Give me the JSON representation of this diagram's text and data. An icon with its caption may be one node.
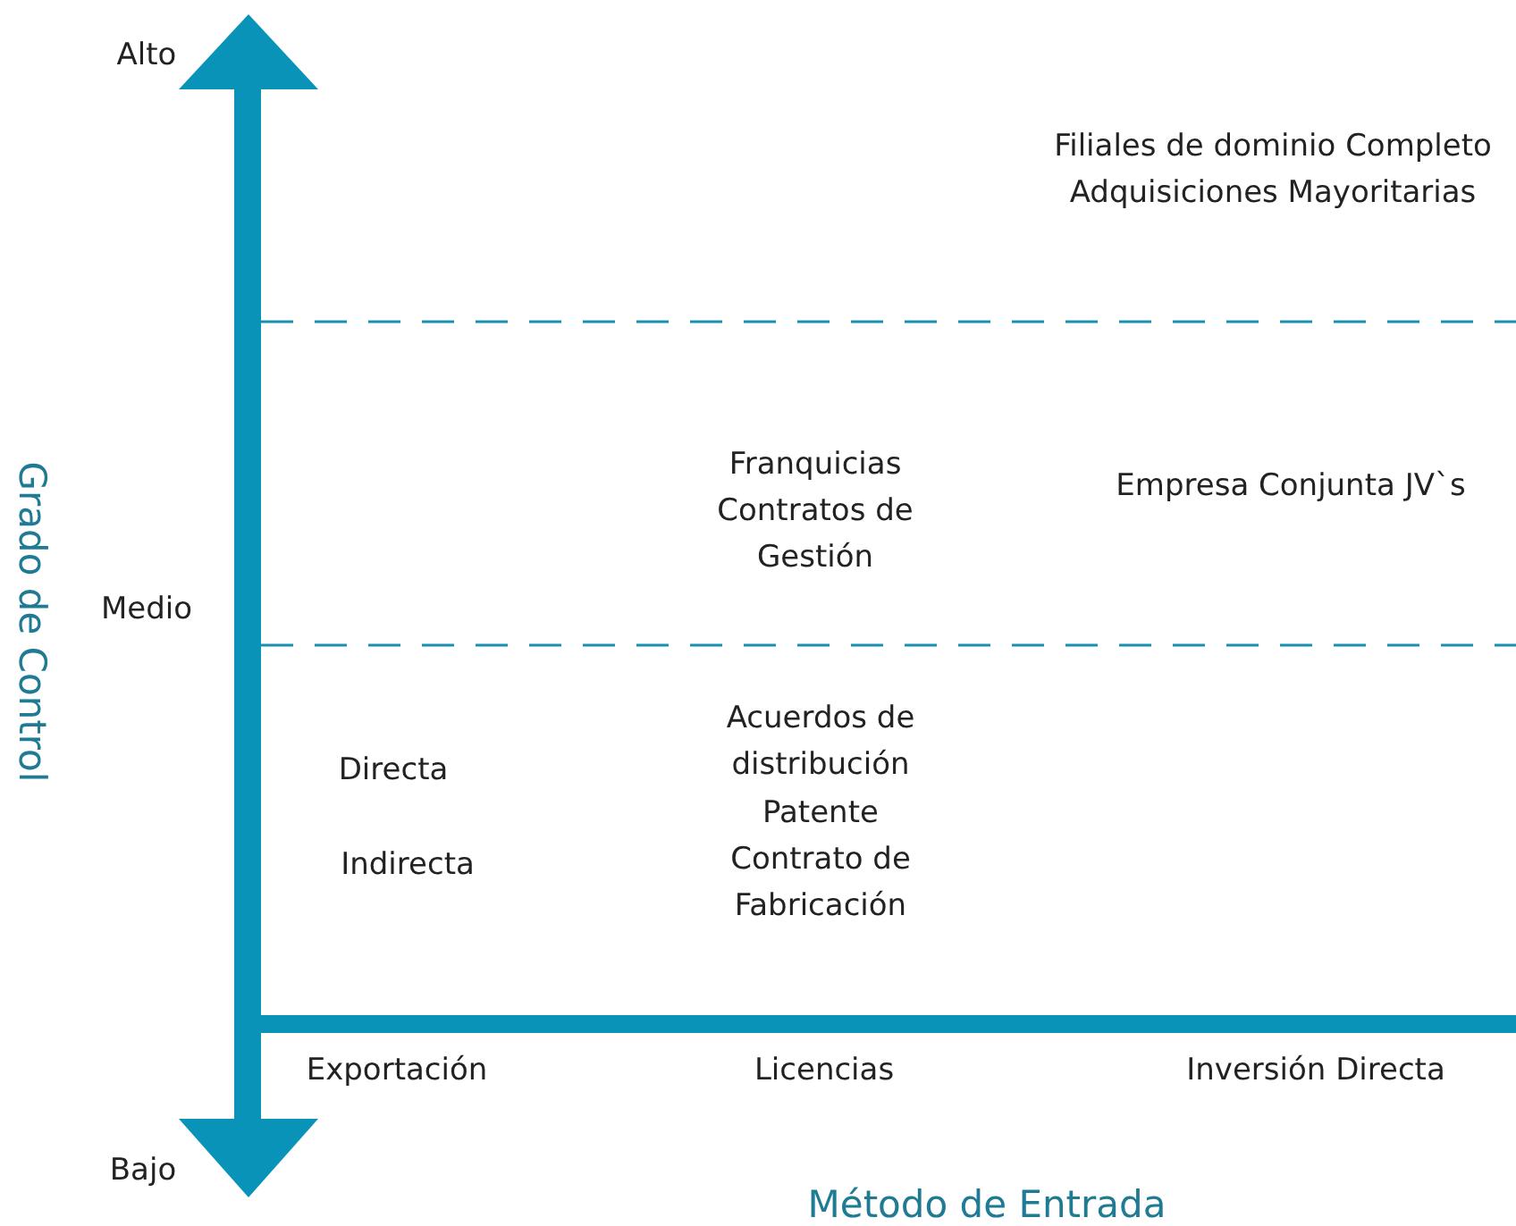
{
  "diagram": {
    "labels": [
      "Alto",
      "Filiales de dominio Completo",
      "Adquisiciones Mayoritarias",
      "Franquicias",
      "Contratos de Gestión",
      "Empresa Conjunta JV`s",
      "Medio",
      "Grado de Control",
      "Acuerdos de distribución",
      "Directa",
      "Patente",
      "Indirecta",
      "Contrato de Fabricación",
      "Exportación",
      "Licencias",
      "Inversión Directa",
      "Bajo",
      "Método de Entrada"
    ]
  }
}
